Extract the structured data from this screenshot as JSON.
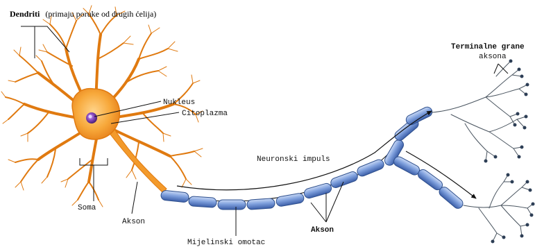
{
  "labels": {
    "dendrites_bold": "Dendriti",
    "dendrites_note": "(primaju poruke od drugih ćelija)",
    "nucleus": "Nukleus",
    "cytoplasm": "Citoplazma",
    "soma": "Soma",
    "axon_left": "Akson",
    "myelin_sheath": "Mijelinski omotac",
    "nerve_impulse": "Neuronski impuls",
    "axon_bold": "Akson",
    "terminal_line1": "Terminalne grane",
    "terminal_line2": "aksona"
  },
  "colors": {
    "cell_body": "#f39a2b",
    "dendrite": "#e07a10",
    "nucleus": "#7a3aa8",
    "myelin": "#6f8fd0",
    "terminal": "#4a5560"
  }
}
